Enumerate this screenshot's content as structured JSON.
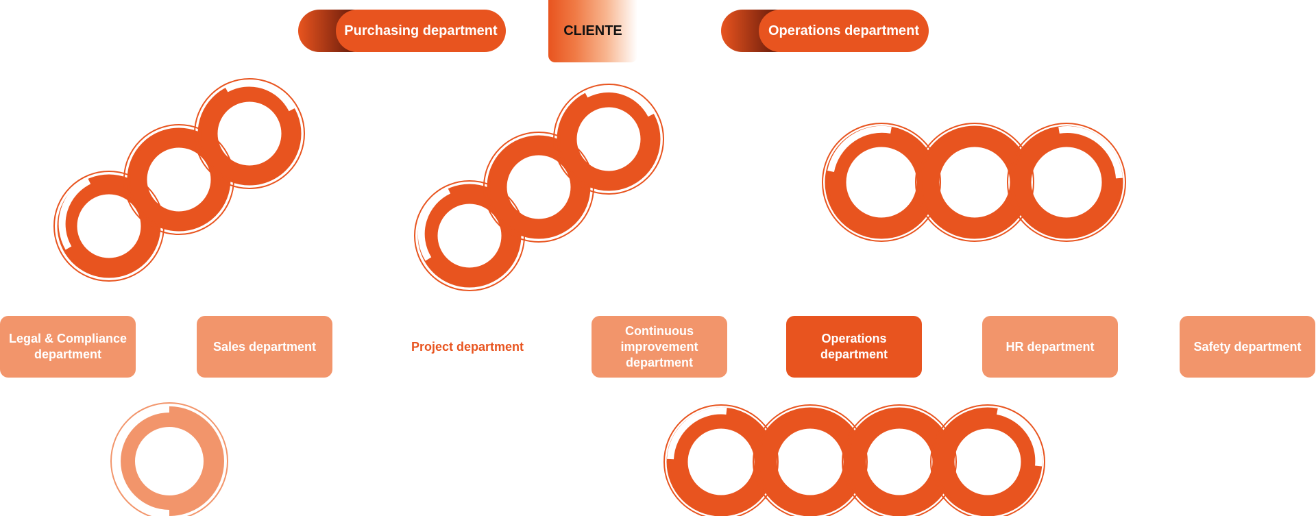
{
  "top": {
    "purchasing": "Purchasing department",
    "cliente": "CLIENTE",
    "operations": "Operations department"
  },
  "departments": [
    {
      "label": "Legal & Compliance department",
      "style": "normal"
    },
    {
      "label": "Sales department",
      "style": "normal"
    },
    {
      "label": "Project department",
      "style": "plain"
    },
    {
      "label": "Continuous improvement department",
      "style": "normal"
    },
    {
      "label": "Operations department",
      "style": "active"
    },
    {
      "label": "HR department",
      "style": "normal"
    },
    {
      "label": "Safety department",
      "style": "normal"
    }
  ],
  "colors": {
    "accent": "#e8541f",
    "light": "#f2956b"
  }
}
